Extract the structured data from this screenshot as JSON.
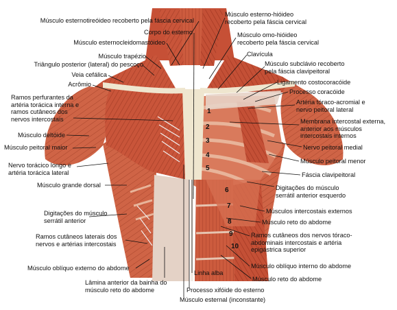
{
  "labels": {
    "esternotireoideo": "Músculo esternotireóideo recoberto pela fáscia cervical",
    "corpo_esterno": "Corpo do esterno",
    "esternocleidomastoideo": "Músculo esternocleidomastóideo",
    "trapezio": "Músculo trapézio",
    "triangulo_posterior": "Triângulo posterior (lateral) do pescoço",
    "veia_cefalica": "Veia cefálica",
    "acromio": "Acrômio",
    "ramos_perfurantes": "Ramos perfurantes da\nartéria torácica interna e\nramos cutâneos dos\nnervos intercostais",
    "deltoide": "Músculo deltóide",
    "peitoral_maior": "Músculo peitoral maior",
    "nervo_toracico": "Nervo torácico longo e\nartéria torácica lateral",
    "grande_dorsal": "Músculo grande dorsal",
    "digitacoes_serratil": "Digitações do músculo\nserrátil anterior",
    "ramos_cutaneos_laterais": "Ramos cutâneos laterais dos\nnervos e artérias intercostais",
    "obliquo_externo": "Músculo oblíquo externo do abdome",
    "lamina_anterior": "Lâmina anterior da bainha do\nmúsculo reto do abdome",
    "linha_alba": "Linha alba",
    "processo_xifoide": "Processo xifóide do esterno",
    "esternal": "Músculo esternal (inconstante)",
    "esterno_hioideo": "Músculo esterno-hióideo\nrecoberto pela fáscia cervical",
    "omo_hioideo": "Músculo omo-hióideo\nrecoberto pela fáscia cervical",
    "clavicula": "Clavícula",
    "subclavio": "Músculo subclávio recoberto\npela fáscia clavipeitoral",
    "ligamento": "Ligamento costocoracóide",
    "coracoide": "Processo coracóide",
    "arteria_toraco": "Artéria tóraco-acromial e\nnervo peitoral lateral",
    "membrana": "Membrana intercostal externa,\nanterior aos músculos\nintercostais internos",
    "nervo_peitoral_medial": "Nervo peitoral medial",
    "peitoral_menor": "Músculo peitoral menor",
    "fascia_clavipeitoral": "Fáscia clavipeitoral",
    "digitacoes_esquerdo": "Digitações do músculo\nserrátil anterior esquerdo",
    "intercostais_externos": "Músculos intercostais externos",
    "reto_abdome": "Músculo reto do abdome",
    "ramos_cutaneos_nervos": "Ramos cutâneos dos nervos tóraco-\nabdominais intercostais e artéria\nepigástrica superior",
    "obliquo_interno": "Músculo oblíquo interno do abdome",
    "reto_abdome_2": "Músculo reto do abdome"
  },
  "rib_numbers": [
    "1",
    "2",
    "3",
    "4",
    "5",
    "6",
    "7",
    "8",
    "9",
    "10"
  ],
  "colors": {
    "muscle": "#c9553a",
    "muscle_dark": "#9e3420",
    "fascia": "#e6cfc3",
    "bone": "#efe6cf",
    "leader": "#111111"
  }
}
